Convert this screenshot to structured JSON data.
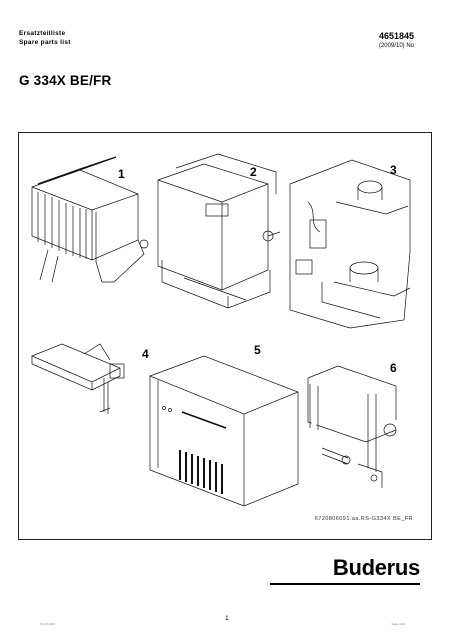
{
  "header": {
    "label_de": "Ersatzteilliste",
    "label_en": "Spare parts list",
    "doc_number": "4651845",
    "doc_version": "(2009/10) No"
  },
  "title": "G 334X BE/FR",
  "figure": {
    "part_numbers": [
      "1",
      "2",
      "3",
      "4",
      "5",
      "6"
    ],
    "caption": "6720806091.aa.RS-G334X BE_FR"
  },
  "footer": {
    "brand": "Buderus",
    "page_number": "1",
    "small_left": "01.10.2009",
    "small_right": "Seite 1/22"
  }
}
